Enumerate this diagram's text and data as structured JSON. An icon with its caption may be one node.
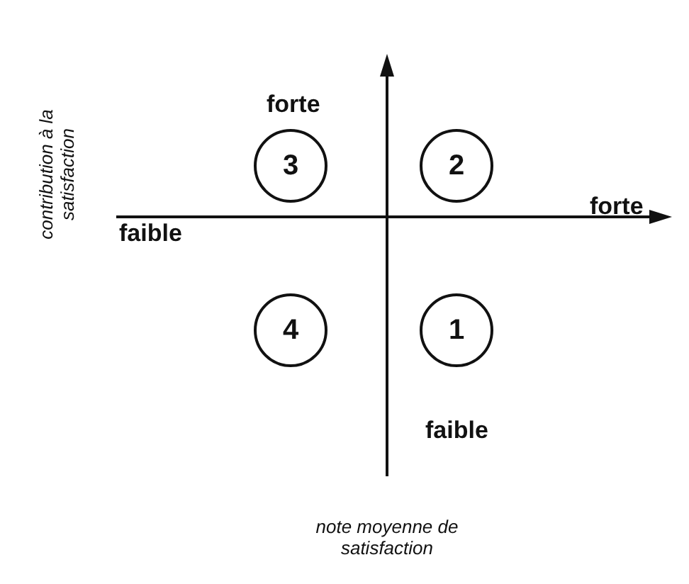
{
  "diagram": {
    "nodes": [
      {
        "text": [
          "3"
        ]
      },
      {
        "text": [
          "2"
        ]
      },
      {
        "text": [
          "4"
        ]
      },
      {
        "text": [
          "1"
        ]
      }
    ],
    "labels": [
      "forte",
      "contribution à la satisfaction",
      "forte",
      "faible",
      "faible",
      "note moyenne de satisfaction"
    ]
  }
}
